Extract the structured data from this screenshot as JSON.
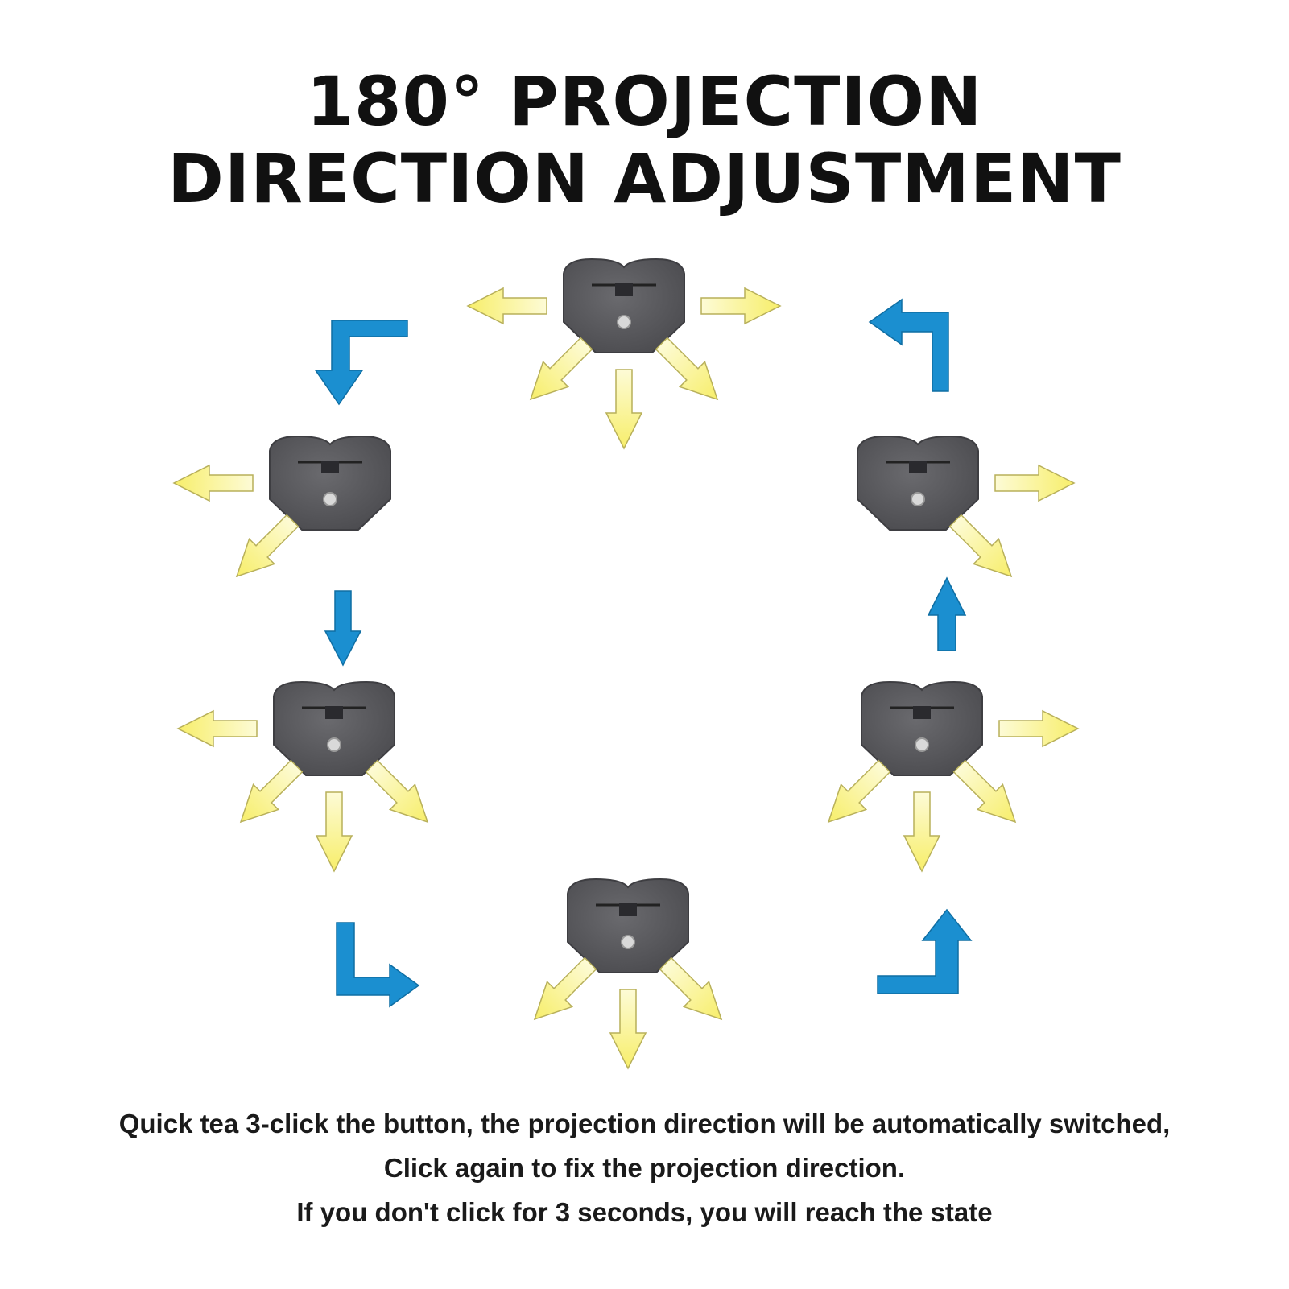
{
  "title": {
    "line1": "180° PROJECTION",
    "line2": "DIRECTION ADJUSTMENT"
  },
  "caption": {
    "line1": "Quick tea 3-click the button, the projection direction will be automatically switched,",
    "line2": "Click again to fix the projection direction.",
    "line3": "If you don't click for 3 seconds, you will reach the state"
  },
  "colors": {
    "projection_arrow": "#f7ee6a",
    "projection_arrow_light": "#fdfbd6",
    "cycle_arrow": "#1b8fd0",
    "device_body": "#5b5b5f",
    "background": "#ffffff"
  },
  "devices": [
    {
      "id": "top",
      "directions": [
        "left",
        "right",
        "down-left",
        "down",
        "down-right"
      ]
    },
    {
      "id": "upper-left",
      "directions": [
        "left",
        "down-left"
      ]
    },
    {
      "id": "upper-right",
      "directions": [
        "right",
        "down-right"
      ]
    },
    {
      "id": "lower-left",
      "directions": [
        "left",
        "down-left",
        "down",
        "down-right"
      ]
    },
    {
      "id": "lower-right",
      "directions": [
        "right",
        "down-left",
        "down",
        "down-right"
      ]
    },
    {
      "id": "bottom",
      "directions": [
        "down-left",
        "down",
        "down-right"
      ]
    }
  ],
  "icons": {
    "device": "night-light-device-icon",
    "projection": "projection-arrow-icon",
    "cycle": "cycle-arrow-icon"
  }
}
